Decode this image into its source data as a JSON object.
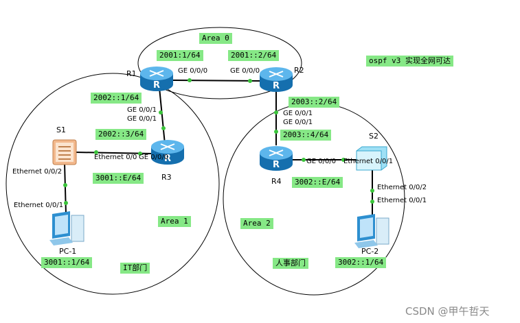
{
  "title_note": "ospf v3 实现全网可达",
  "watermark": "CSDN @甲午哲天",
  "areas": [
    {
      "id": "area0",
      "label": "Area 0"
    },
    {
      "id": "area1",
      "label": "Area 1",
      "dept": "IT部门"
    },
    {
      "id": "area2",
      "label": "Area 2",
      "dept": "人事部门"
    }
  ],
  "devices": [
    {
      "id": "R1",
      "label": "R1",
      "kind": "router-icon"
    },
    {
      "id": "R2",
      "label": "R2",
      "kind": "router-icon"
    },
    {
      "id": "R3",
      "label": "R3",
      "kind": "router-icon"
    },
    {
      "id": "R4",
      "label": "R4",
      "kind": "router-icon"
    },
    {
      "id": "S1",
      "label": "S1",
      "kind": "switch-icon"
    },
    {
      "id": "S2",
      "label": "S2",
      "kind": "switch-icon"
    },
    {
      "id": "PC1",
      "label": "PC-1",
      "kind": "pc-icon"
    },
    {
      "id": "PC2",
      "label": "PC-2",
      "kind": "pc-icon"
    }
  ],
  "addresses": {
    "r1_r2_side": "2001:1/64",
    "r2_r1_side": "2001::2/64",
    "r1_r3_side": "2002::1/64",
    "r3_r1_side": "2002::3/64",
    "r3_lan": "3001::E/64",
    "pc1": "3001::1/64",
    "r2_r4_side": "2003::2/64",
    "r4_r2_side": "2003::4/64",
    "r4_lan": "3002::E/64",
    "pc2": "3002::1/64"
  },
  "ports": {
    "r1_ge000": "GE 0/0/0",
    "r2_ge000": "GE 0/0/0",
    "r1_ge001": "GE 0/0/1",
    "r3_ge001": "GE 0/0/1",
    "s1_eth000": "Ethernet 0/0",
    "r3_ge000": "GE 0/0/0",
    "s1_eth002": "Ethernet 0/0/2",
    "pc1_eth001": "Ethernet 0/0/1",
    "r2_ge001": "GE 0/0/1",
    "r4_ge001": "GE 0/0/1",
    "r4_ge000": "GE 0/0/0",
    "s2_eth001": "Ethernet 0/0/1",
    "s2_eth002": "Ethernet 0/0/2",
    "pc2_eth001": "Ethernet 0/0/1"
  },
  "colors": {
    "label_bg": "#86e886",
    "link_dot": "#3bc43b",
    "router_body": "#1d8fd6",
    "area_border": "#000000"
  }
}
